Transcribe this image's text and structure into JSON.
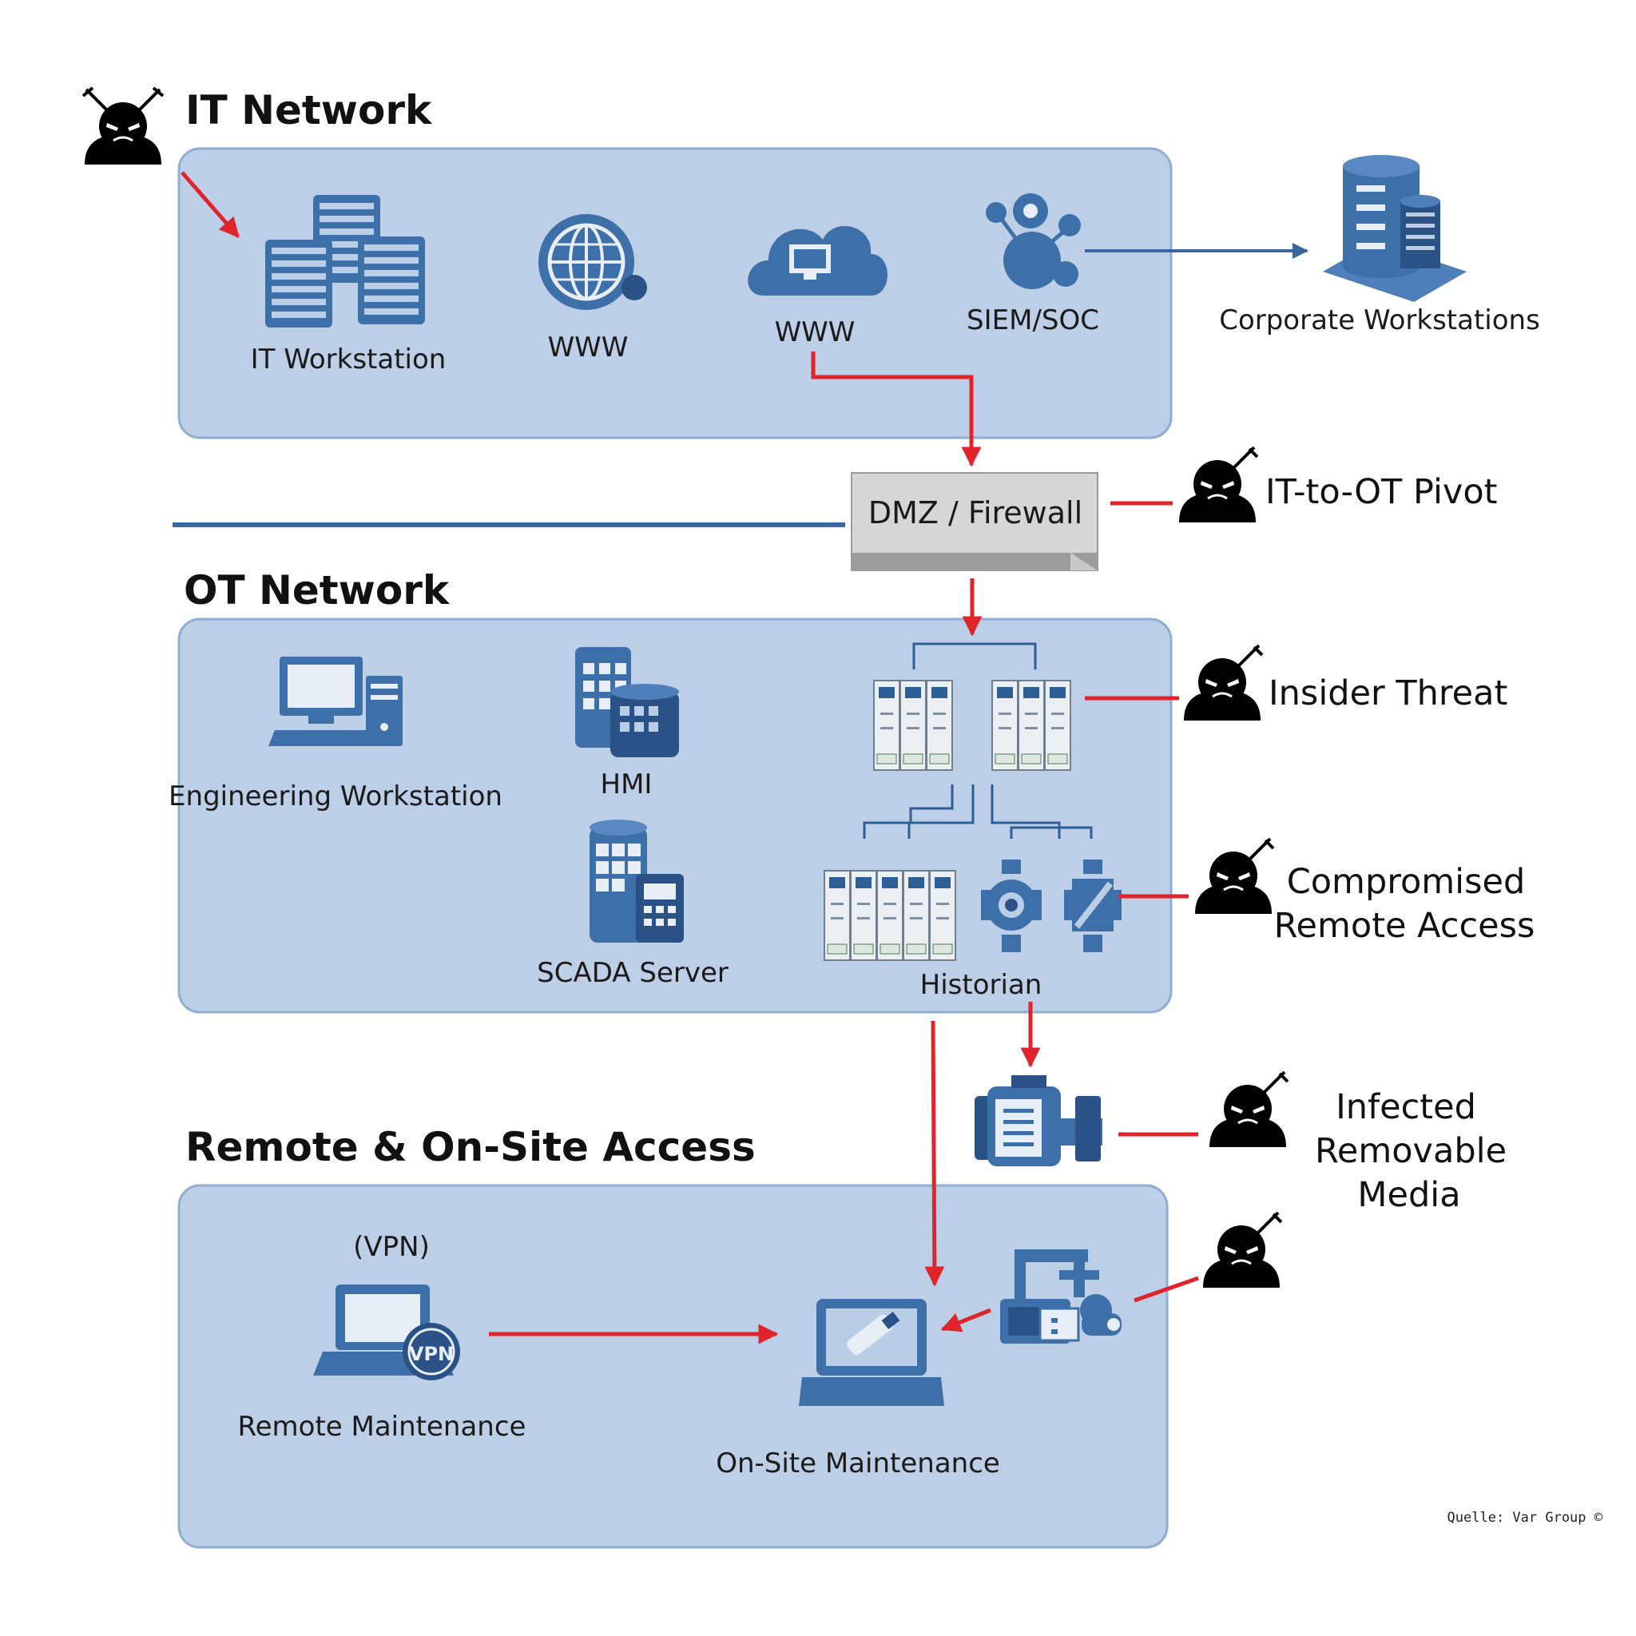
{
  "zones": {
    "it": {
      "title": "IT Network"
    },
    "ot": {
      "title": "OT Network"
    },
    "remote": {
      "title": "Remote & On-Site Access"
    }
  },
  "nodes": {
    "it_workstation": "IT Workstation",
    "www_globe": "WWW",
    "www_cloud": "WWW",
    "siem_soc": "SIEM/SOC",
    "corporate_workstations": "Corporate Workstations",
    "dmz_firewall": "DMZ / Firewall",
    "engineering_workstation": "Engineering Workstation",
    "hmi": "HMI",
    "scada_server": "SCADA Server",
    "historian": "Historian",
    "vpn_tag": "(VPN)",
    "vpn_badge": "VPN",
    "remote_maintenance": "Remote Maintenance",
    "onsite_maintenance": "On-Site Maintenance"
  },
  "threats": {
    "pivot": "IT-to-OT Pivot",
    "insider": "Insider Threat",
    "remote_access": [
      "Compromised",
      "Remote Access"
    ],
    "removable_media": [
      "Infected",
      "Removable",
      "Media"
    ]
  },
  "source": "Quelle: Var Group ©",
  "colors": {
    "zone_fill": "#bccfe6",
    "icon_blue": "#3d6fa8",
    "attack_path": "#e0242b",
    "threat_actor": "#000000"
  }
}
